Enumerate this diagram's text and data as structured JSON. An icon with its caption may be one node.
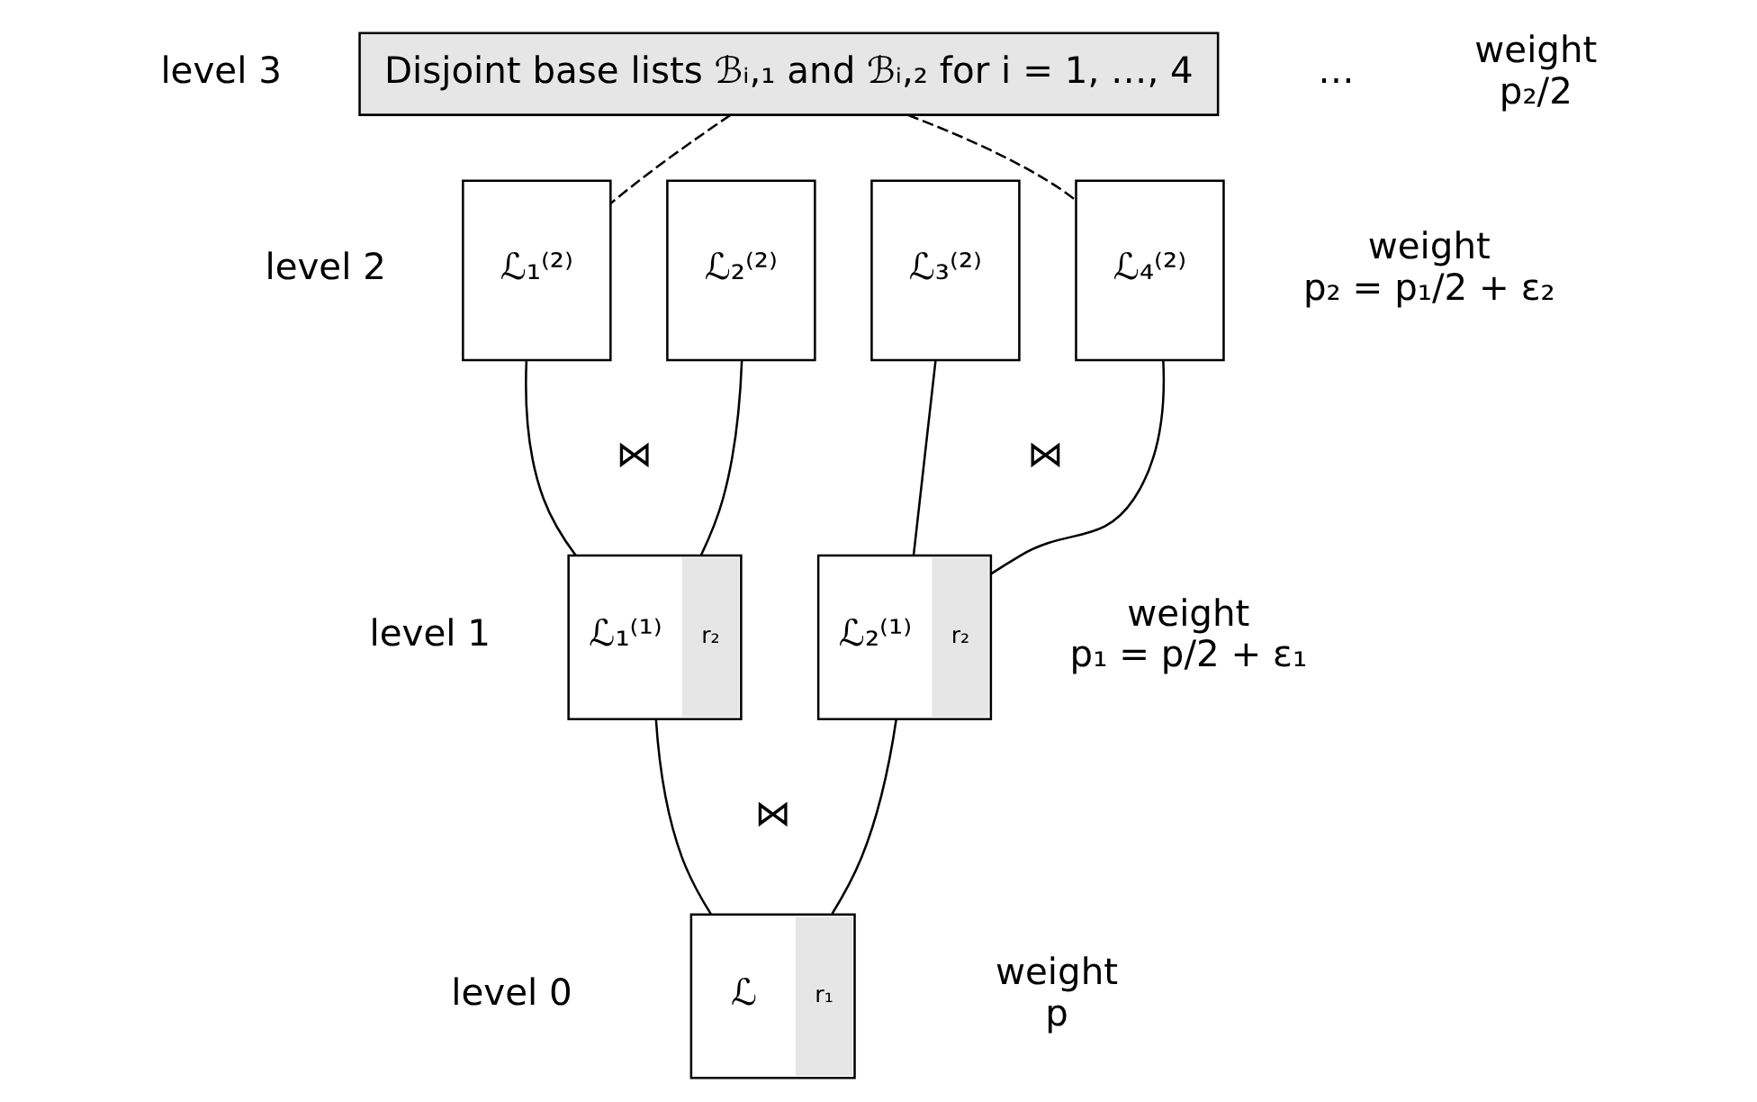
{
  "diagram": {
    "nodes": [
      {
        "text": [
          "Disjoint base lists ℬᵢ,₁ and ℬᵢ,₂ for i = 1, …, 4"
        ]
      },
      {
        "text": [
          "ℒ₁⁽²⁾"
        ]
      },
      {
        "text": [
          "ℒ₂⁽²⁾"
        ]
      },
      {
        "text": [
          "ℒ₃⁽²⁾"
        ]
      },
      {
        "text": [
          "ℒ₄⁽²⁾"
        ]
      },
      {
        "text": [
          "ℒ₁⁽¹⁾",
          "r₂"
        ]
      },
      {
        "text": [
          "ℒ₂⁽¹⁾",
          "r₂"
        ]
      },
      {
        "text": [
          "ℒ",
          "r₁"
        ]
      }
    ],
    "edges": [
      {
        "from": 0,
        "to": 1,
        "arrow": "none",
        "style": "dashed"
      },
      {
        "from": 0,
        "to": 4,
        "arrow": "none",
        "style": "dashed"
      },
      {
        "from": 1,
        "to": 5,
        "arrow": "none"
      },
      {
        "from": 2,
        "to": 5,
        "arrow": "none"
      },
      {
        "from": 3,
        "to": 6,
        "arrow": "none"
      },
      {
        "from": 4,
        "to": 6,
        "arrow": "none"
      },
      {
        "from": 5,
        "to": 7,
        "arrow": "none"
      },
      {
        "from": 6,
        "to": 7,
        "arrow": "none"
      }
    ],
    "labels": [
      "level 3",
      "weight",
      "p₂/2",
      "…",
      "level 2",
      "weight",
      "p₂ = p₁/2 + ε₂",
      "⋈",
      "⋈",
      "level 1",
      "weight",
      "p₁ = p/2 + ε₁",
      "⋈",
      "level 0",
      "weight",
      "p"
    ]
  }
}
